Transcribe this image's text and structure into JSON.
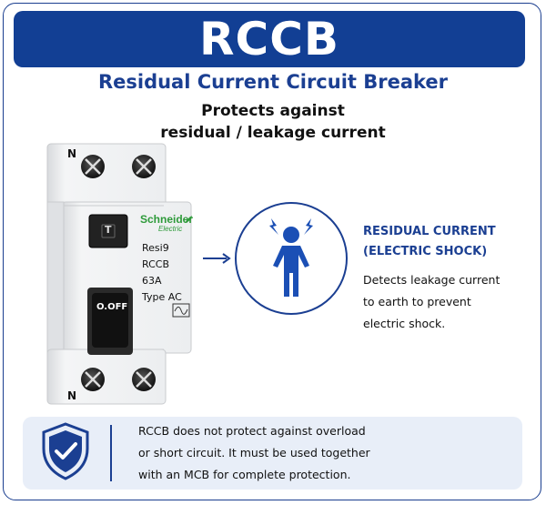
{
  "header": {
    "title": "RCCB",
    "subtitle": "Residual Current Circuit Breaker",
    "protect_line1": "Protects against",
    "protect_line2": "residual / leakage current"
  },
  "device": {
    "terminal_top": "N",
    "terminal_bottom": "N",
    "brand": "Schneider",
    "brand_sub": "Electric",
    "model": "Resi9",
    "type_name": "RCCB",
    "rating": "63A",
    "type_ac": "Type AC",
    "switch_state": "O.OFF",
    "test_button_label": "T"
  },
  "info": {
    "title_line1": "RESIDUAL CURRENT",
    "title_line2": "(ELECTRIC SHOCK)",
    "desc_line1": "Detects leakage current",
    "desc_line2": "to earth to prevent",
    "desc_line3": "electric shock."
  },
  "note": {
    "line1": "RCCB does not protect against overload",
    "line2": "or short circuit. It must be used together",
    "line3": "with an MCB for complete protection."
  },
  "icons": {
    "circle_icon": "person-shock-icon",
    "arrow": "arrow-right-icon",
    "shield": "shield-check-icon"
  },
  "colors": {
    "primary": "#123f94",
    "brand_green": "#2e9a3a",
    "note_bg": "#e8eef8"
  }
}
